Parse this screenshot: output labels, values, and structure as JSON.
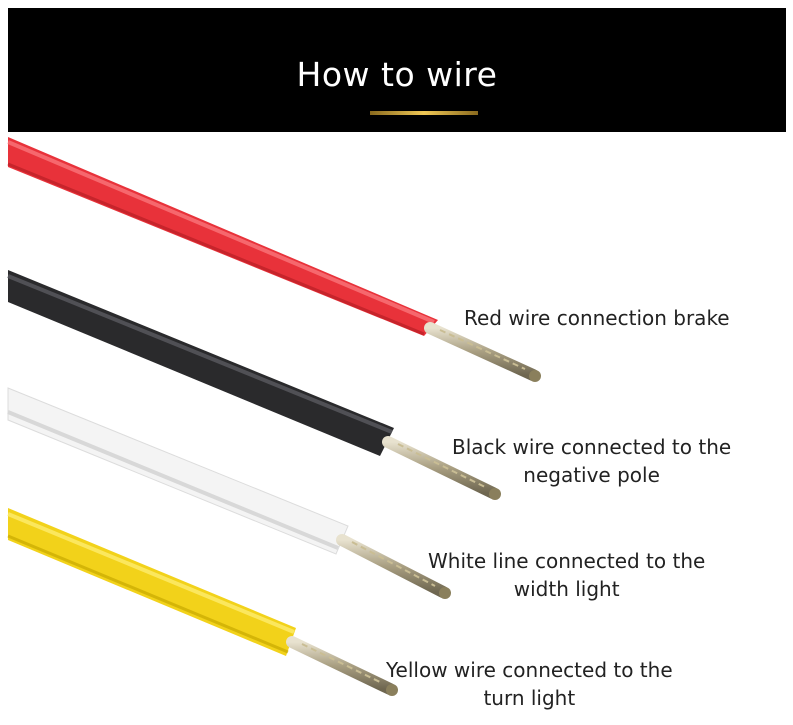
{
  "header": {
    "title": "How to wire",
    "background": "#000000",
    "accent": "#e8b93a"
  },
  "wires": [
    {
      "color": "red",
      "hex": "#e8323a",
      "lines": [
        "Red wire connection brake"
      ]
    },
    {
      "color": "black",
      "hex": "#2a2a2c",
      "lines": [
        "Black wire connected to the",
        "negative pole"
      ]
    },
    {
      "color": "white",
      "hex": "#f4f4f4",
      "lines": [
        "White line connected to the",
        "width light"
      ]
    },
    {
      "color": "yellow",
      "hex": "#f2d21a",
      "lines": [
        "Yellow wire connected to the",
        "turn light"
      ]
    }
  ]
}
